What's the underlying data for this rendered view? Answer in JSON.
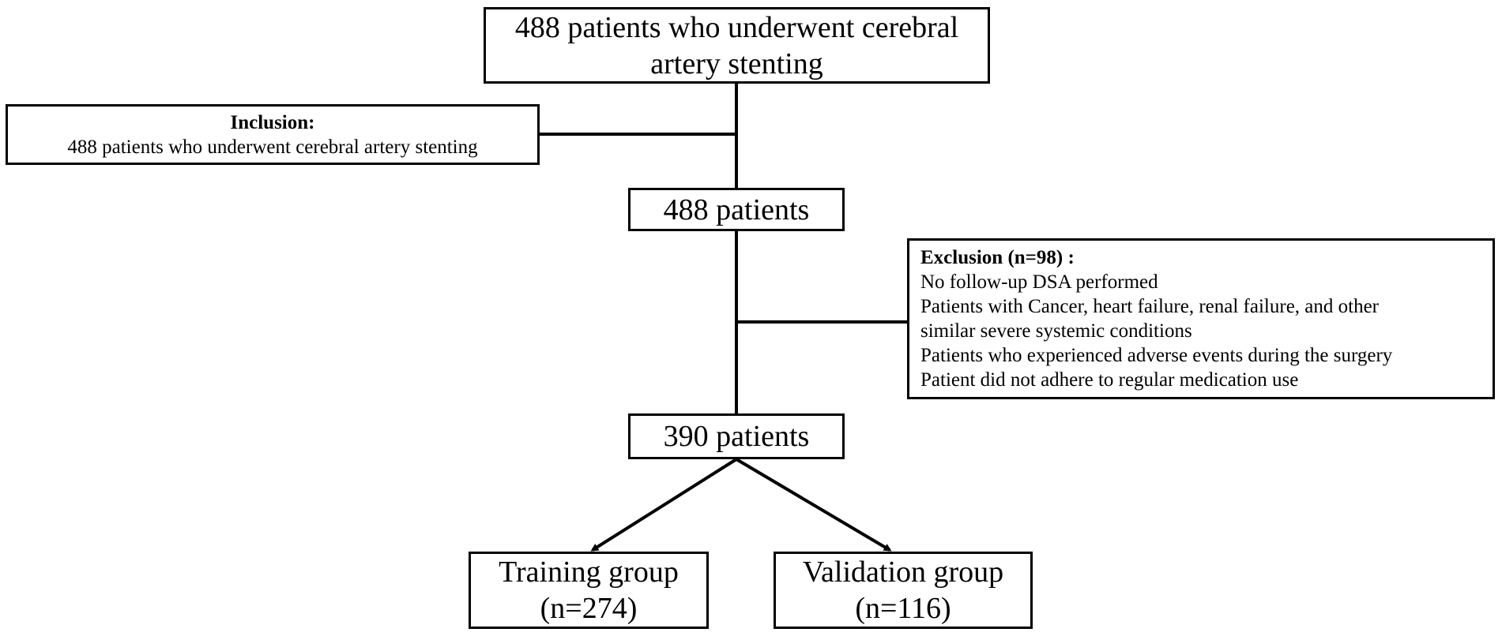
{
  "top_box": {
    "line1": "488 patients who underwent cerebral",
    "line2": "artery stenting"
  },
  "inclusion_box": {
    "heading": "Inclusion:",
    "text": "488 patients who underwent cerebral artery stenting"
  },
  "mid_box": {
    "text": "488 patients"
  },
  "exclusion_box": {
    "heading": "Exclusion (n=98) :",
    "items": [
      "No follow-up DSA performed",
      "Patients with Cancer, heart failure, renal failure, and other",
      "similar severe systemic conditions",
      "Patients who experienced adverse events during the surgery",
      "Patient did not adhere to regular medication use"
    ]
  },
  "lower_box": {
    "text": "390 patients"
  },
  "training_box": {
    "line1": "Training group",
    "line2": "(n=274)"
  },
  "validation_box": {
    "line1": "Validation group",
    "line2": "(n=116)"
  }
}
